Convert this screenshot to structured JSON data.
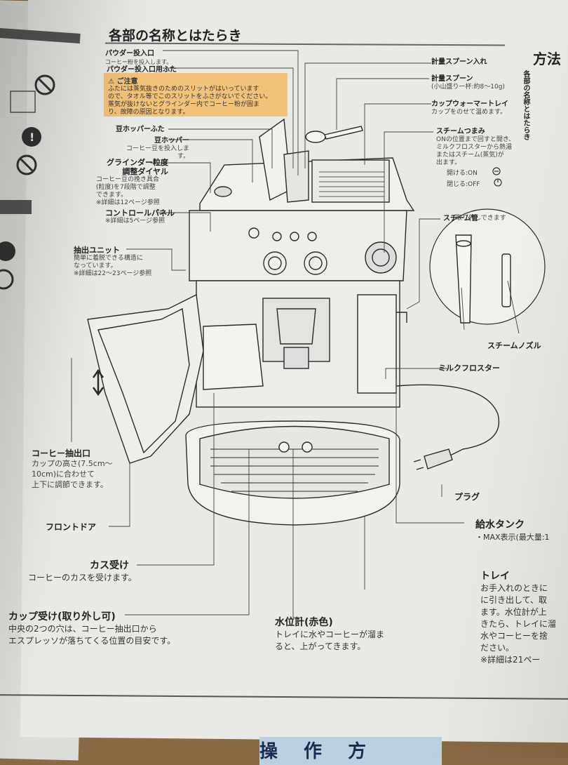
{
  "header": {
    "title": "各部の名称とはたらき",
    "side_tab": "各部の名称とはたらき",
    "right_page_heading": "方法",
    "bottom_banner": "操 作 方"
  },
  "warning": {
    "title": "⚠ ご注意",
    "text": "ふたには蒸気抜きのためのスリットがはいっています\nので、タオル等でこのスリットをふさがないでください。\n蒸気が抜けないとグラインダー内でコーヒー粉が固ま\nり、故障の原因となります。"
  },
  "labels": {
    "powder_inlet": {
      "name": "パウダー投入口",
      "desc": "コーヒー粉を投入します。"
    },
    "powder_inlet_lid": {
      "name": "パウダー投入口用ふた"
    },
    "bean_hopper_lid": {
      "name": "豆ホッパーふた"
    },
    "bean_hopper": {
      "name": "豆ホッパー",
      "desc": "コーヒー豆を投入します。"
    },
    "grind_dial": {
      "name": "グラインダー粒度\n調整ダイヤル",
      "desc": "コーヒー豆の挽き具合\n(粒度)を7段階で調整\nできます。\n※詳細は12ページ参照"
    },
    "control_panel": {
      "name": "コントロールパネル",
      "desc": "※詳細は5ページ参照"
    },
    "brew_unit": {
      "name": "抽出ユニット",
      "desc": "簡単に着脱できる構造に\nなっています。\n※詳細は22〜23ページ参照"
    },
    "measuring_spoon_holder": {
      "name": "計量スプーン入れ"
    },
    "measuring_spoon": {
      "name": "計量スプーン",
      "desc": "(小山盛り一杯:約8〜10g)"
    },
    "cup_warmer": {
      "name": "カップウォーマートレイ",
      "desc": "カップをのせて温めます。"
    },
    "steam_knob": {
      "name": "スチームつまみ",
      "desc": "ONの位置まで回すと開き、\nミルクフロスターから熱湯\nまたはスチーム(蒸気)が\n出ます。",
      "open": "開ける:ON",
      "close": "閉じる:OFF"
    },
    "steam_pipe": {
      "name": "スチーム管",
      "removable": "取り外しできます"
    },
    "steam_nozzle": {
      "name": "スチームノズル"
    },
    "milk_frother": {
      "name": "ミルクフロスター"
    },
    "coffee_outlet": {
      "name": "コーヒー抽出口",
      "desc": "カップの高さ(7.5cm〜\n10cm)に合わせて\n上下に調節できます。"
    },
    "front_door": {
      "name": "フロントドア"
    },
    "plug": {
      "name": "プラグ"
    },
    "water_tank": {
      "name": "給水タンク",
      "desc": "・MAX表示(最大量:1"
    },
    "grounds_container": {
      "name": "カス受け",
      "desc": "コーヒーのカスを受けます。"
    },
    "tray": {
      "name": "トレイ",
      "desc": "お手入れのときに\nに引き出して、取\nます。水位計が上\nきたら、トレイに溜\n水やコーヒーを捨\nださい。\n※詳細は21ペー"
    },
    "cup_rest": {
      "name": "カップ受け(取り外し可)",
      "desc": "中央の2つの穴は、コーヒー抽出口から\nエスプレッソが落ちてくる位置の目安です。"
    },
    "water_gauge": {
      "name": "水位計(赤色)",
      "desc": "トレイに水やコーヒーが溜ま\nると、上がってきます。"
    }
  },
  "colors": {
    "paper": "#e9e9e6",
    "warning_bg": "#f2c27a",
    "table": "#8a6a45",
    "ink": "#2a2a2a"
  }
}
